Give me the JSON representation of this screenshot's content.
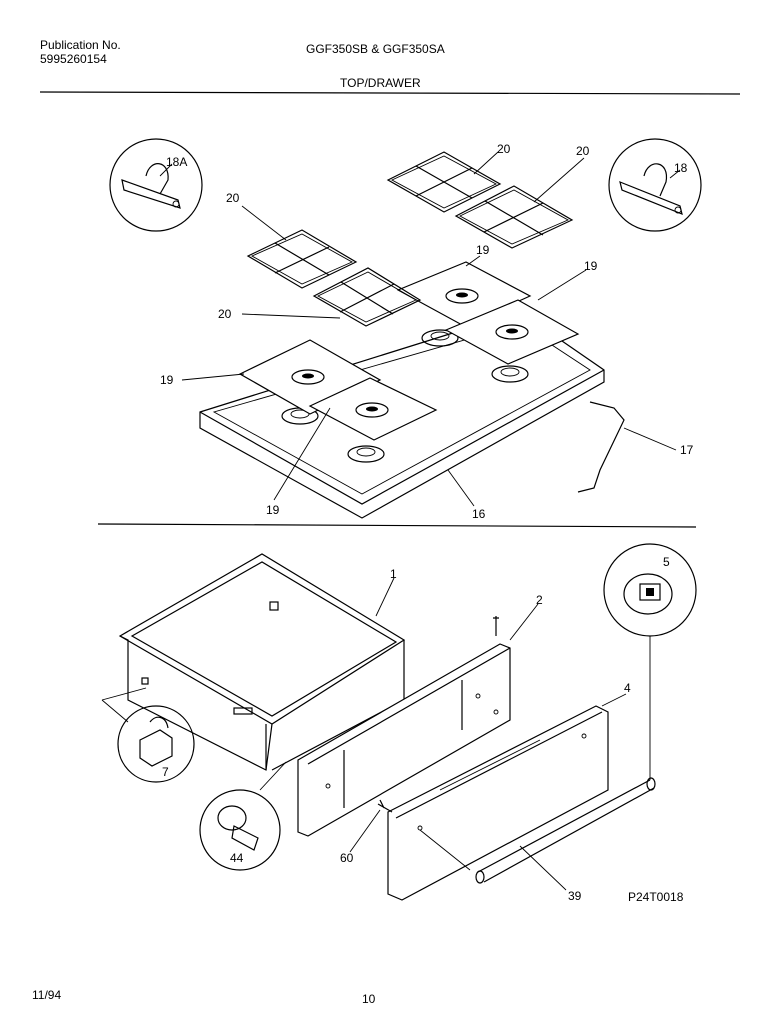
{
  "header": {
    "publication_label": "Publication No.",
    "publication_number": "5995260154",
    "models": "GGF350SB & GGF350SA",
    "section_title": "TOP/DRAWER"
  },
  "footer": {
    "date": "11/94",
    "page_number": "10",
    "diagram_code": "P24T0018"
  },
  "callouts": {
    "c18a": "18A",
    "c18": "18",
    "c20a": "20",
    "c20b": "20",
    "c20c": "20",
    "c20d": "20",
    "c19a": "19",
    "c19b": "19",
    "c19c": "19",
    "c19d": "19",
    "c17": "17",
    "c16": "16",
    "c1": "1",
    "c2": "2",
    "c4": "4",
    "c5": "5",
    "c7": "7",
    "c44": "44",
    "c60": "60",
    "c39": "39"
  }
}
